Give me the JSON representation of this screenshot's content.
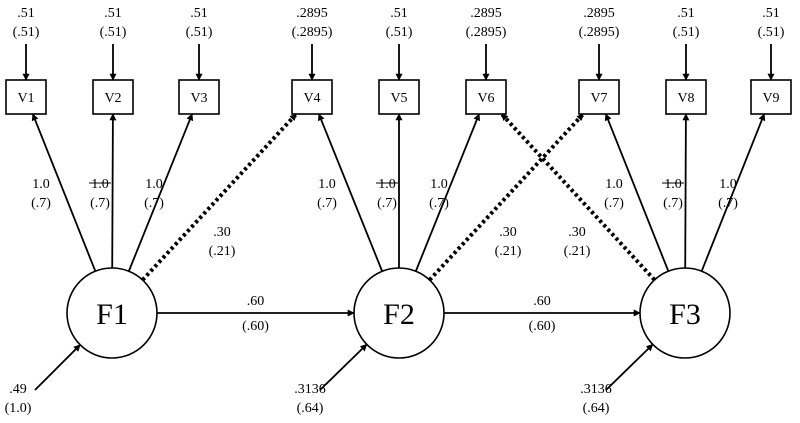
{
  "variables": [
    {
      "id": "V1",
      "label": "V1",
      "error": ".51",
      "error_paren": "(.51)"
    },
    {
      "id": "V2",
      "label": "V2",
      "error": ".51",
      "error_paren": "(.51)"
    },
    {
      "id": "V3",
      "label": "V3",
      "error": ".51",
      "error_paren": "(.51)"
    },
    {
      "id": "V4",
      "label": "V4",
      "error": ".2895",
      "error_paren": "(.2895)"
    },
    {
      "id": "V5",
      "label": "V5",
      "error": ".51",
      "error_paren": "(.51)"
    },
    {
      "id": "V6",
      "label": "V6",
      "error": ".2895",
      "error_paren": "(.2895)"
    },
    {
      "id": "V7",
      "label": "V7",
      "error": ".2895",
      "error_paren": "(.2895)"
    },
    {
      "id": "V8",
      "label": "V8",
      "error": ".51",
      "error_paren": "(.51)"
    },
    {
      "id": "V9",
      "label": "V9",
      "error": ".51",
      "error_paren": "(.51)"
    }
  ],
  "factors": [
    {
      "id": "F1",
      "label": "F1",
      "disturbance": ".49",
      "disturbance_paren": "(1.0)"
    },
    {
      "id": "F2",
      "label": "F2",
      "disturbance": ".3136",
      "disturbance_paren": "(.64)"
    },
    {
      "id": "F3",
      "label": "F3",
      "disturbance": ".3136",
      "disturbance_paren": "(.64)"
    }
  ],
  "loadings": [
    {
      "from": "F1",
      "to": "V1",
      "value": "1.0",
      "paren": "(.7)",
      "style": "solid",
      "fixed": false
    },
    {
      "from": "F1",
      "to": "V2",
      "value": "1.0",
      "paren": "(.7)",
      "style": "solid",
      "fixed": true
    },
    {
      "from": "F1",
      "to": "V3",
      "value": "1.0",
      "paren": "(.7)",
      "style": "solid",
      "fixed": false
    },
    {
      "from": "F1",
      "to": "V4",
      "value": ".30",
      "paren": "(.21)",
      "style": "dotted",
      "fixed": false
    },
    {
      "from": "F2",
      "to": "V4",
      "value": "1.0",
      "paren": "(.7)",
      "style": "solid",
      "fixed": false
    },
    {
      "from": "F2",
      "to": "V5",
      "value": "1.0",
      "paren": "(.7)",
      "style": "solid",
      "fixed": true
    },
    {
      "from": "F2",
      "to": "V6",
      "value": "1.0",
      "paren": "(.7)",
      "style": "solid",
      "fixed": false
    },
    {
      "from": "F2",
      "to": "V7",
      "value": ".30",
      "paren": "(.21)",
      "style": "dotted",
      "fixed": false
    },
    {
      "from": "F3",
      "to": "V6",
      "value": ".30",
      "paren": "(.21)",
      "style": "dotted",
      "fixed": false
    },
    {
      "from": "F3",
      "to": "V7",
      "value": "1.0",
      "paren": "(.7)",
      "style": "solid",
      "fixed": false
    },
    {
      "from": "F3",
      "to": "V8",
      "value": "1.0",
      "paren": "(.7)",
      "style": "solid",
      "fixed": true
    },
    {
      "from": "F3",
      "to": "V9",
      "value": "1.0",
      "paren": "(.7)",
      "style": "solid",
      "fixed": false
    }
  ],
  "paths": [
    {
      "from": "F1",
      "to": "F2",
      "value": ".60",
      "paren": "(.60)"
    },
    {
      "from": "F2",
      "to": "F3",
      "value": ".60",
      "paren": "(.60)"
    }
  ]
}
